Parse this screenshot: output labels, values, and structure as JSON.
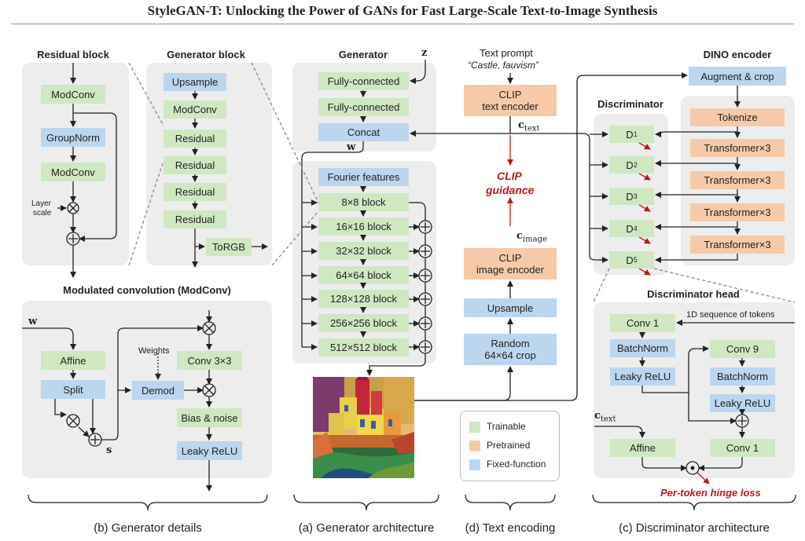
{
  "title": "StyleGAN-T: Unlocking the Power of GANs for Fast Large-Scale Text-to-Image Synthesis",
  "residual_block": {
    "title": "Residual block",
    "modconv_1": "ModConv",
    "groupnorm": "GroupNorm",
    "modconv_2": "ModConv",
    "layer_scale_1": "Layer",
    "layer_scale_2": "scale"
  },
  "generator_block": {
    "title": "Generator block",
    "upsample": "Upsample",
    "modconv": "ModConv",
    "residuals": [
      "Residual",
      "Residual",
      "Residual",
      "Residual"
    ],
    "torgb": "ToRGB"
  },
  "modconv_panel": {
    "title": "Modulated convolution (ModConv)",
    "w": "w",
    "affine": "Affine",
    "split": "Split",
    "weights": "Weights",
    "demod": "Demod",
    "conv": "Conv 3×3",
    "bias_noise": "Bias & noise",
    "leaky_relu": "Leaky ReLU",
    "s": "s"
  },
  "generator": {
    "title": "Generator",
    "z": "z",
    "fc_1": "Fully-connected",
    "fc_2": "Fully-connected",
    "concat": "Concat",
    "w": "w",
    "fourier": "Fourier features",
    "blocks": [
      "8×8 block",
      "16×16 block",
      "32×32 block",
      "64×64 block",
      "128×128 block",
      "256×256 block",
      "512×512 block"
    ],
    "generated_image": "Generated image"
  },
  "text_encoding": {
    "prompt_label": "Text prompt",
    "prompt": "“Castle, fauvism”",
    "clip_text_1": "CLIP",
    "clip_text_2": "text encoder",
    "c_text": "c",
    "c_text_sub": "text",
    "guidance_1": "CLIP",
    "guidance_2": "guidance",
    "c_image": "c",
    "c_image_sub": "image",
    "clip_image_1": "CLIP",
    "clip_image_2": "image encoder",
    "upsample": "Upsample",
    "random_1": "Random",
    "random_2": "64×64 crop"
  },
  "legend": {
    "items": [
      {
        "label": "Trainable",
        "color": "#cfe8c2"
      },
      {
        "label": "Pretrained",
        "color": "#f6caa9"
      },
      {
        "label": "Fixed-function",
        "color": "#bcd6ef"
      }
    ]
  },
  "dino": {
    "title": "DINO encoder",
    "augment": "Augment & crop",
    "tokenize": "Tokenize",
    "transformers": [
      "Transformer×3",
      "Transformer×3",
      "Transformer×3",
      "Transformer×3"
    ]
  },
  "discriminator": {
    "title": "Discriminator",
    "heads": [
      {
        "d": "D",
        "sub": "1"
      },
      {
        "d": "D",
        "sub": "2"
      },
      {
        "d": "D",
        "sub": "3"
      },
      {
        "d": "D",
        "sub": "4"
      },
      {
        "d": "D",
        "sub": "5"
      }
    ]
  },
  "disc_head": {
    "title": "Discriminator head",
    "tokens": "1D sequence of tokens",
    "conv1_top": "Conv 1",
    "batchnorm_1": "BatchNorm",
    "leaky_1": "Leaky ReLU",
    "conv9": "Conv 9",
    "batchnorm_2": "BatchNorm",
    "leaky_2": "Leaky ReLU",
    "c_text": "c",
    "c_text_sub": "text",
    "affine": "Affine",
    "conv1_bottom": "Conv 1",
    "loss": "Per-token hinge loss"
  },
  "captions": {
    "b": "(b) Generator details",
    "a": "(a) Generator architecture",
    "d": "(d) Text encoding",
    "c": "(c) Discriminator architecture"
  },
  "colors": {
    "trainable": "#cfe8c2",
    "pretrained": "#f6caa9",
    "fixed_function": "#bcd6ef",
    "panel": "#ededed",
    "accent_red": "#c0161c"
  }
}
